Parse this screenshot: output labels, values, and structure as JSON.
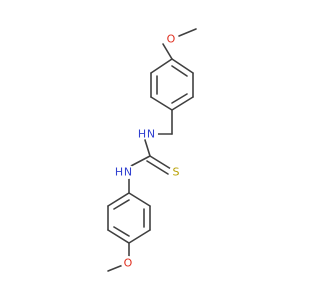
{
  "molecule": {
    "atoms": {
      "O_top": "O",
      "NH_upper_N": "N",
      "NH_upper_H": "H",
      "NH_lower_N": "N",
      "NH_lower_H": "H",
      "S": "S",
      "O_bottom": "O"
    },
    "colors": {
      "bond": "#404040",
      "oxygen": "#e03020",
      "nitrogen": "#3040d0",
      "sulfur": "#b8a000",
      "background": "#ffffff"
    }
  }
}
